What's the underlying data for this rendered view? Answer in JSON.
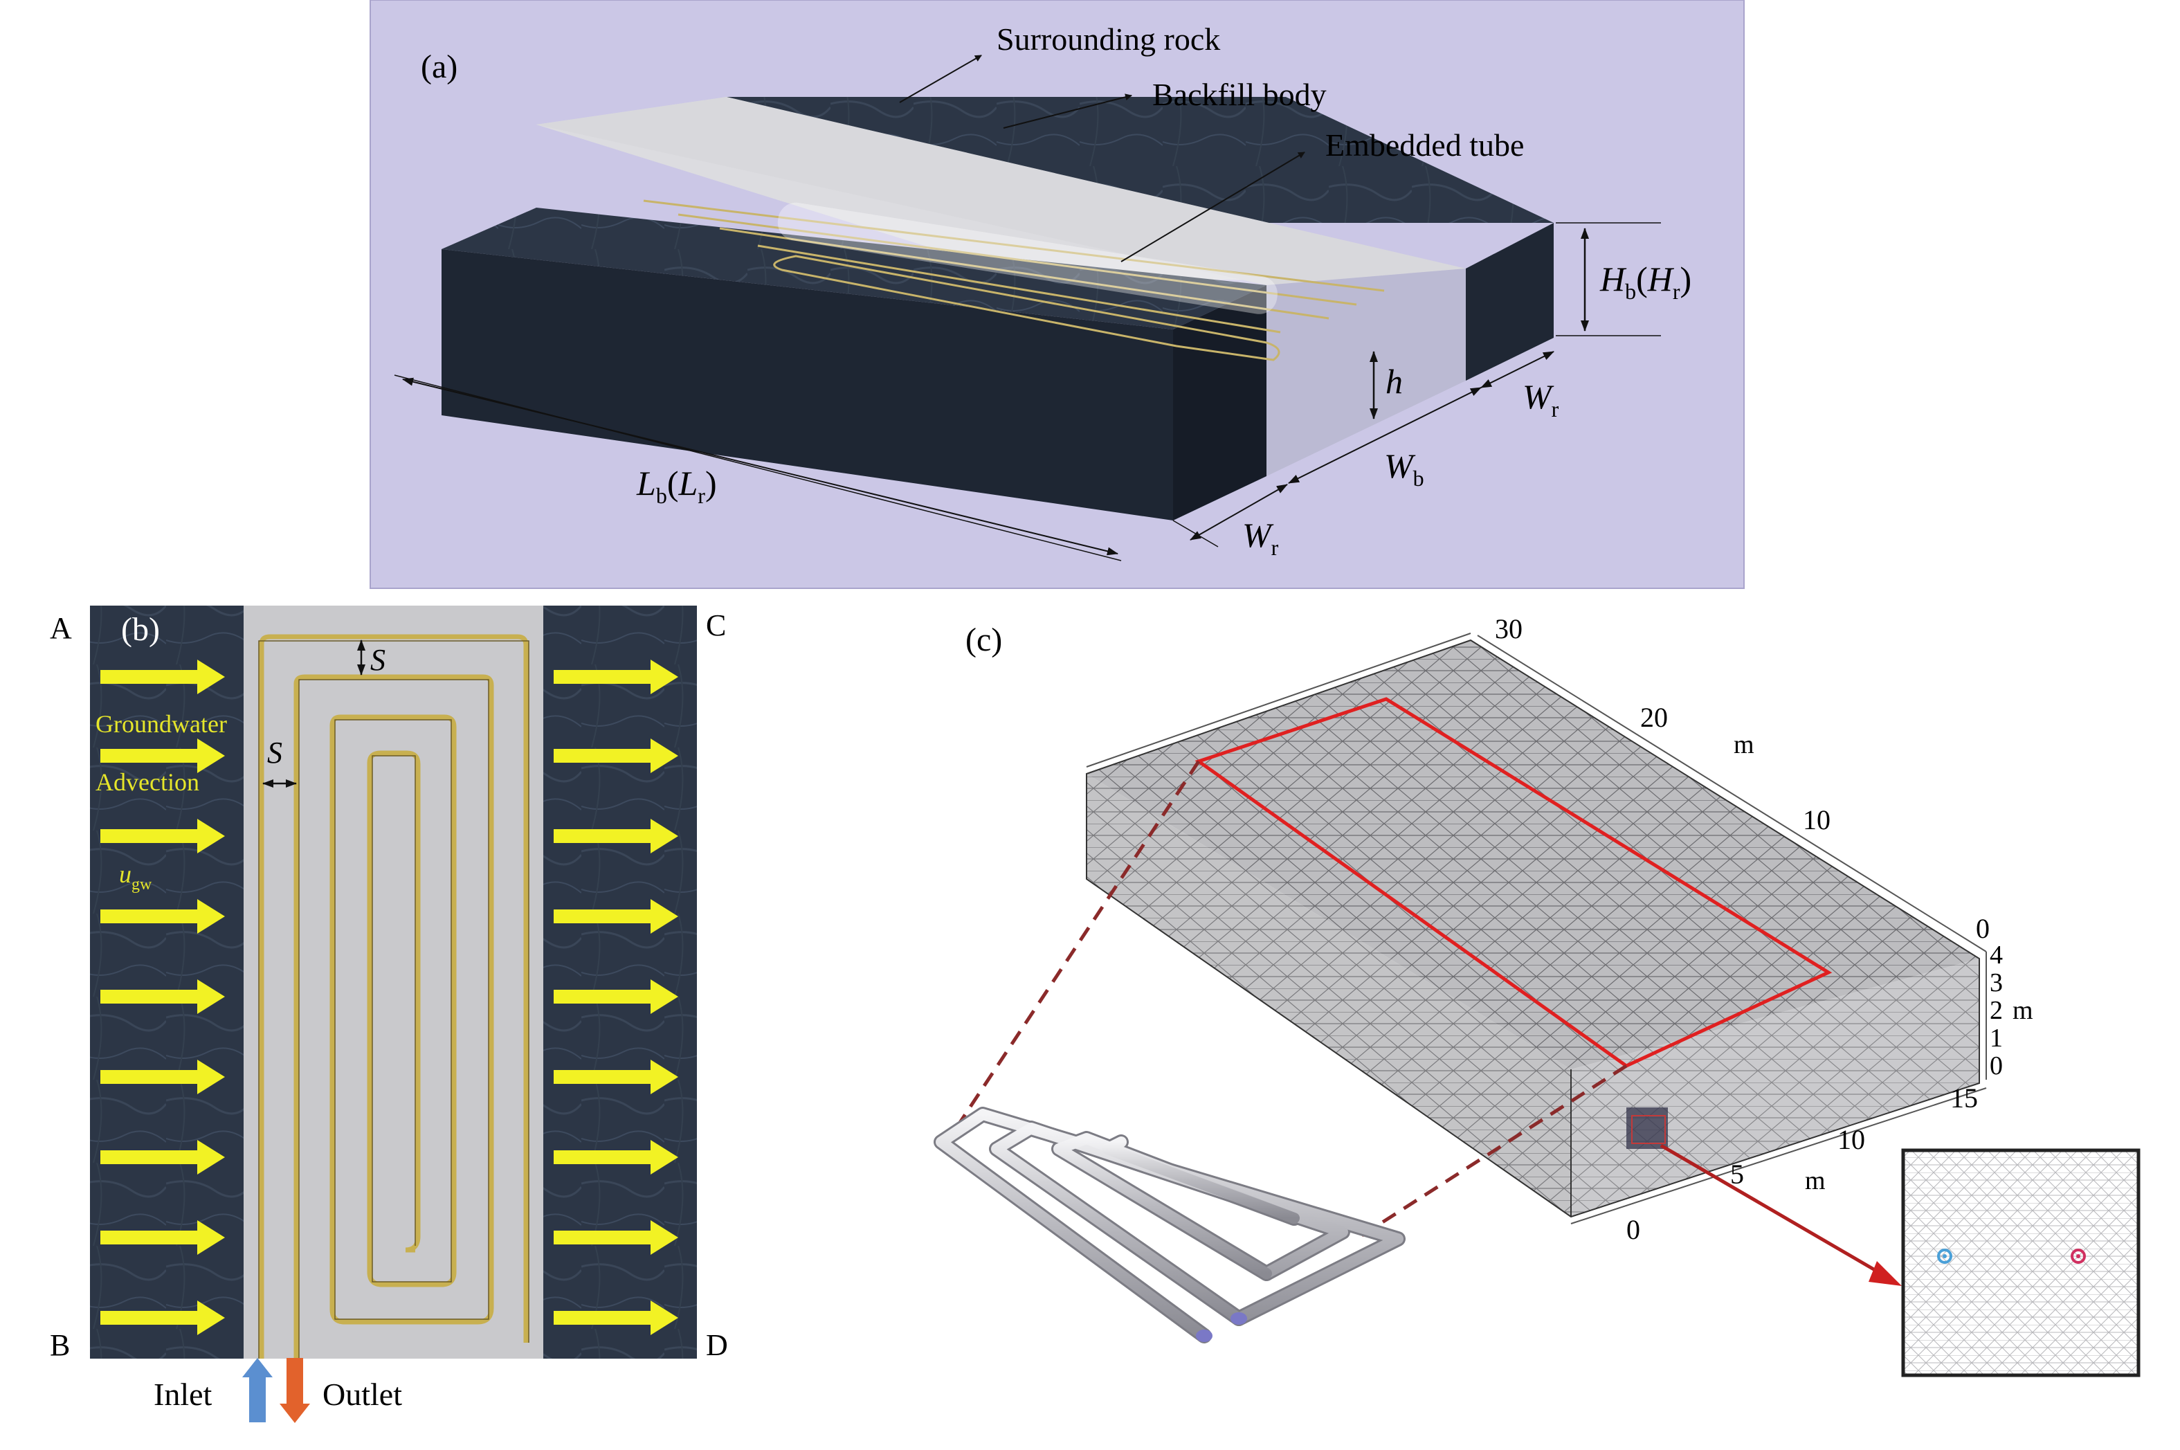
{
  "panel_a": {
    "label": "(a)",
    "callouts": [
      "Surrounding rock",
      "Backfill body",
      "Embedded tube"
    ],
    "dims": {
      "Hb": "H",
      "Hb_sub": "b",
      "Hr": "H",
      "Hr_sub": "r",
      "h": "h",
      "Lb": "L",
      "Lb_sub": "b",
      "Lr": "L",
      "Lr_sub": "r",
      "Wb": "W",
      "Wb_sub": "b",
      "Wr": "W",
      "Wr_sub": "r"
    }
  },
  "panel_b": {
    "label": "(b)",
    "corners": {
      "A": "A",
      "B": "B",
      "C": "C",
      "D": "D"
    },
    "spacing_label": "S",
    "groundwater_line1": "Groundwater",
    "groundwater_line2": "Advection",
    "ugw": "u",
    "ugw_sub": "gw",
    "inlet": "Inlet",
    "outlet": "Outlet"
  },
  "panel_c": {
    "label": "(c)",
    "axis_top_ticks": [
      "30",
      "20",
      "10",
      "0"
    ],
    "axis_top_unit": "m",
    "axis_side_ticks": [
      "4",
      "3",
      "2",
      "1",
      "0"
    ],
    "axis_side_unit": "m",
    "axis_bottom_ticks": [
      "15",
      "10",
      "5",
      "0"
    ],
    "axis_bottom_unit": "m"
  },
  "colors": {
    "panel_a_bg": "#cbc7e6",
    "rock": "#2a3444",
    "backfill": "#cfcfd4",
    "tube": "#c8b46a",
    "arrow": "#f2f224",
    "mesh_outline": "#e02020",
    "inlet_arrow": "#5b8fd0",
    "outlet_arrow": "#e2622c"
  }
}
